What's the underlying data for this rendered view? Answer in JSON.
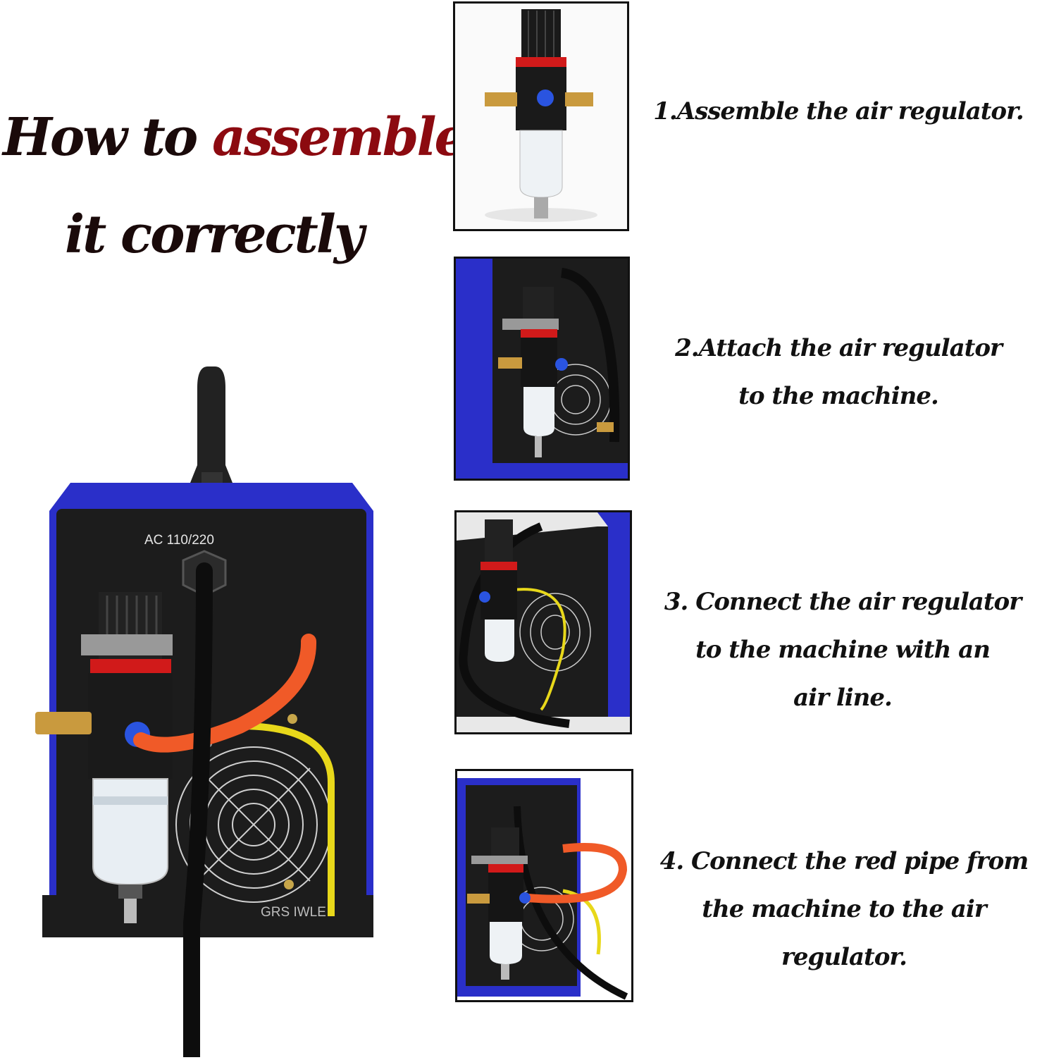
{
  "headline": {
    "line1_dark": "How to ",
    "line1_red": "assemble",
    "line2": "it correctly"
  },
  "machine_labels": {
    "power_label": "AC 110/220",
    "brand_label": "GRS IWLE"
  },
  "steps": [
    {
      "lines": [
        "1.Assemble the air regulator."
      ]
    },
    {
      "lines": [
        "2.Attach the air regulator",
        "to the machine."
      ]
    },
    {
      "lines": [
        "3. Connect the air regulator",
        "to the machine with an",
        "air line."
      ]
    },
    {
      "lines": [
        "4. Connect the red pipe from",
        "the machine to the air",
        "regulator."
      ]
    }
  ],
  "colors": {
    "machine_blue": "#2a2fc9",
    "panel_black": "#1c1c1c",
    "hose_orange": "#f05a28",
    "wire_yellow": "#e8d81a",
    "headline_red": "#8c0a10"
  }
}
